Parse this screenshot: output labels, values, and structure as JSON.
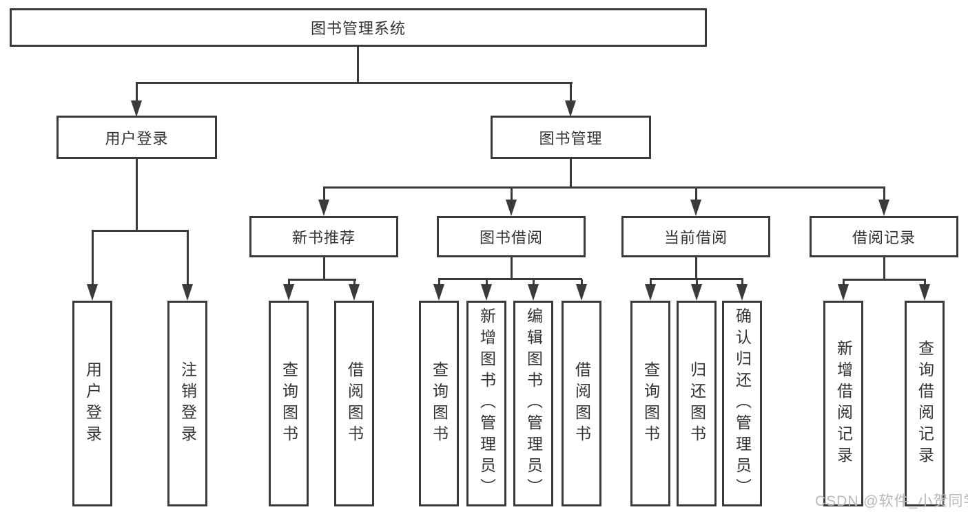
{
  "colors": {
    "line": "#3a3a3a",
    "text": "#333333",
    "watermark": "#b9b9b9",
    "background": "#ffffff"
  },
  "tree": {
    "root": {
      "label": "图书管理系统"
    },
    "branches": [
      {
        "label": "用户登录",
        "children": [
          {
            "label": "用户登录"
          },
          {
            "label": "注销登录"
          }
        ]
      },
      {
        "label": "图书管理",
        "children": [
          {
            "label": "新书推荐",
            "children": [
              {
                "label": "查询图书"
              },
              {
                "label": "借阅图书"
              }
            ]
          },
          {
            "label": "图书借阅",
            "children": [
              {
                "label": "查询图书"
              },
              {
                "label": "新增图书（管理员）"
              },
              {
                "label": "编辑图书（管理员）"
              },
              {
                "label": "借阅图书"
              }
            ]
          },
          {
            "label": "当前借阅",
            "children": [
              {
                "label": "查询图书"
              },
              {
                "label": "归还图书"
              },
              {
                "label": "确认归还（管理员）"
              }
            ]
          },
          {
            "label": "借阅记录",
            "children": [
              {
                "label": "新增借阅记录"
              },
              {
                "label": "查询借阅记录"
              }
            ]
          }
        ]
      }
    ]
  },
  "watermark": {
    "text": "CSDN @软件_小贺同学"
  }
}
